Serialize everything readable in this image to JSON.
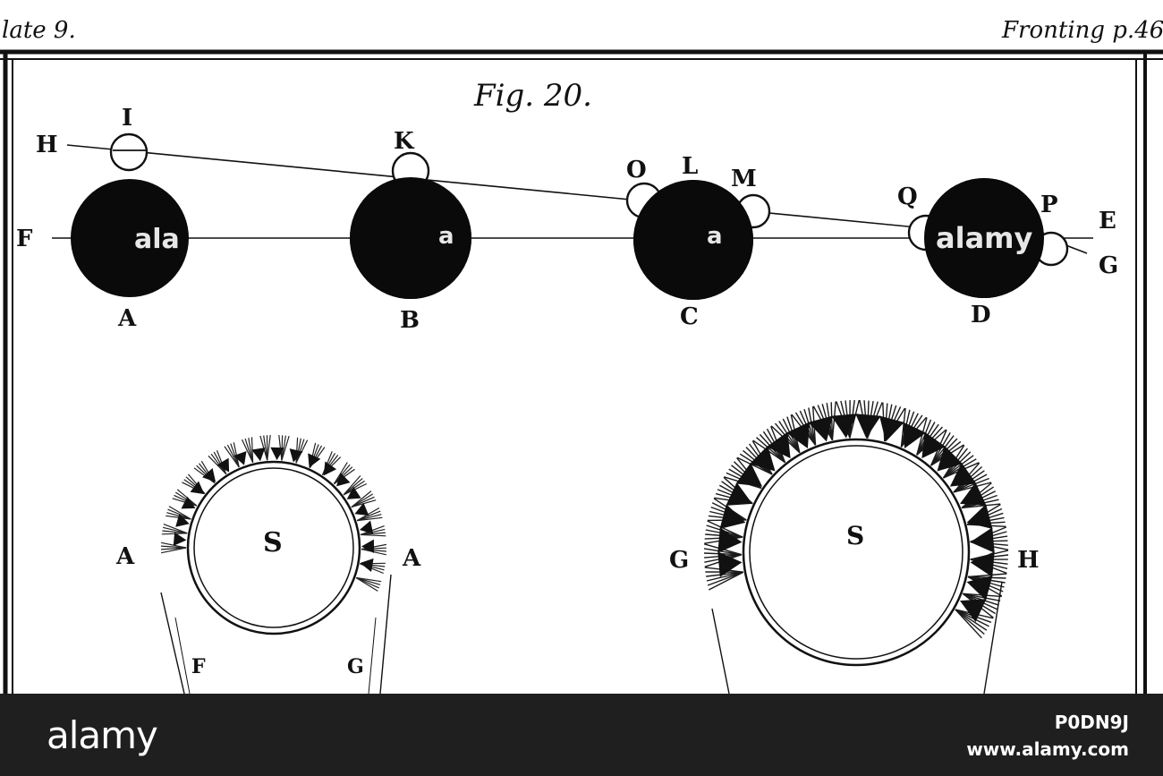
{
  "header": {
    "plate_label": "late 9.",
    "fronting_label": "Fronting p.46"
  },
  "figure": {
    "title": "Fig. 20.",
    "line_labels": {
      "H": "H",
      "F": "F",
      "E": "E",
      "G": "G"
    },
    "sphere_labels": [
      "A",
      "B",
      "C",
      "D"
    ],
    "moon_labels": [
      "I",
      "K",
      "O",
      "L",
      "M",
      "Q",
      "P"
    ]
  },
  "lower_left": {
    "center": "S",
    "left": "A",
    "right": "A",
    "bottom_left": "F",
    "bottom_right": "G"
  },
  "lower_right": {
    "center": "S",
    "left": "G",
    "right": "H"
  },
  "watermarks": [
    "ala",
    "a",
    "a",
    "alamy"
  ],
  "footer": {
    "logo": "alamy",
    "image_id": "P0DN9J",
    "url": "www.alamy.com"
  },
  "colors": {
    "ink": "#111111",
    "paper": "#ffffff",
    "footer_bg": "#1f1f1f"
  }
}
